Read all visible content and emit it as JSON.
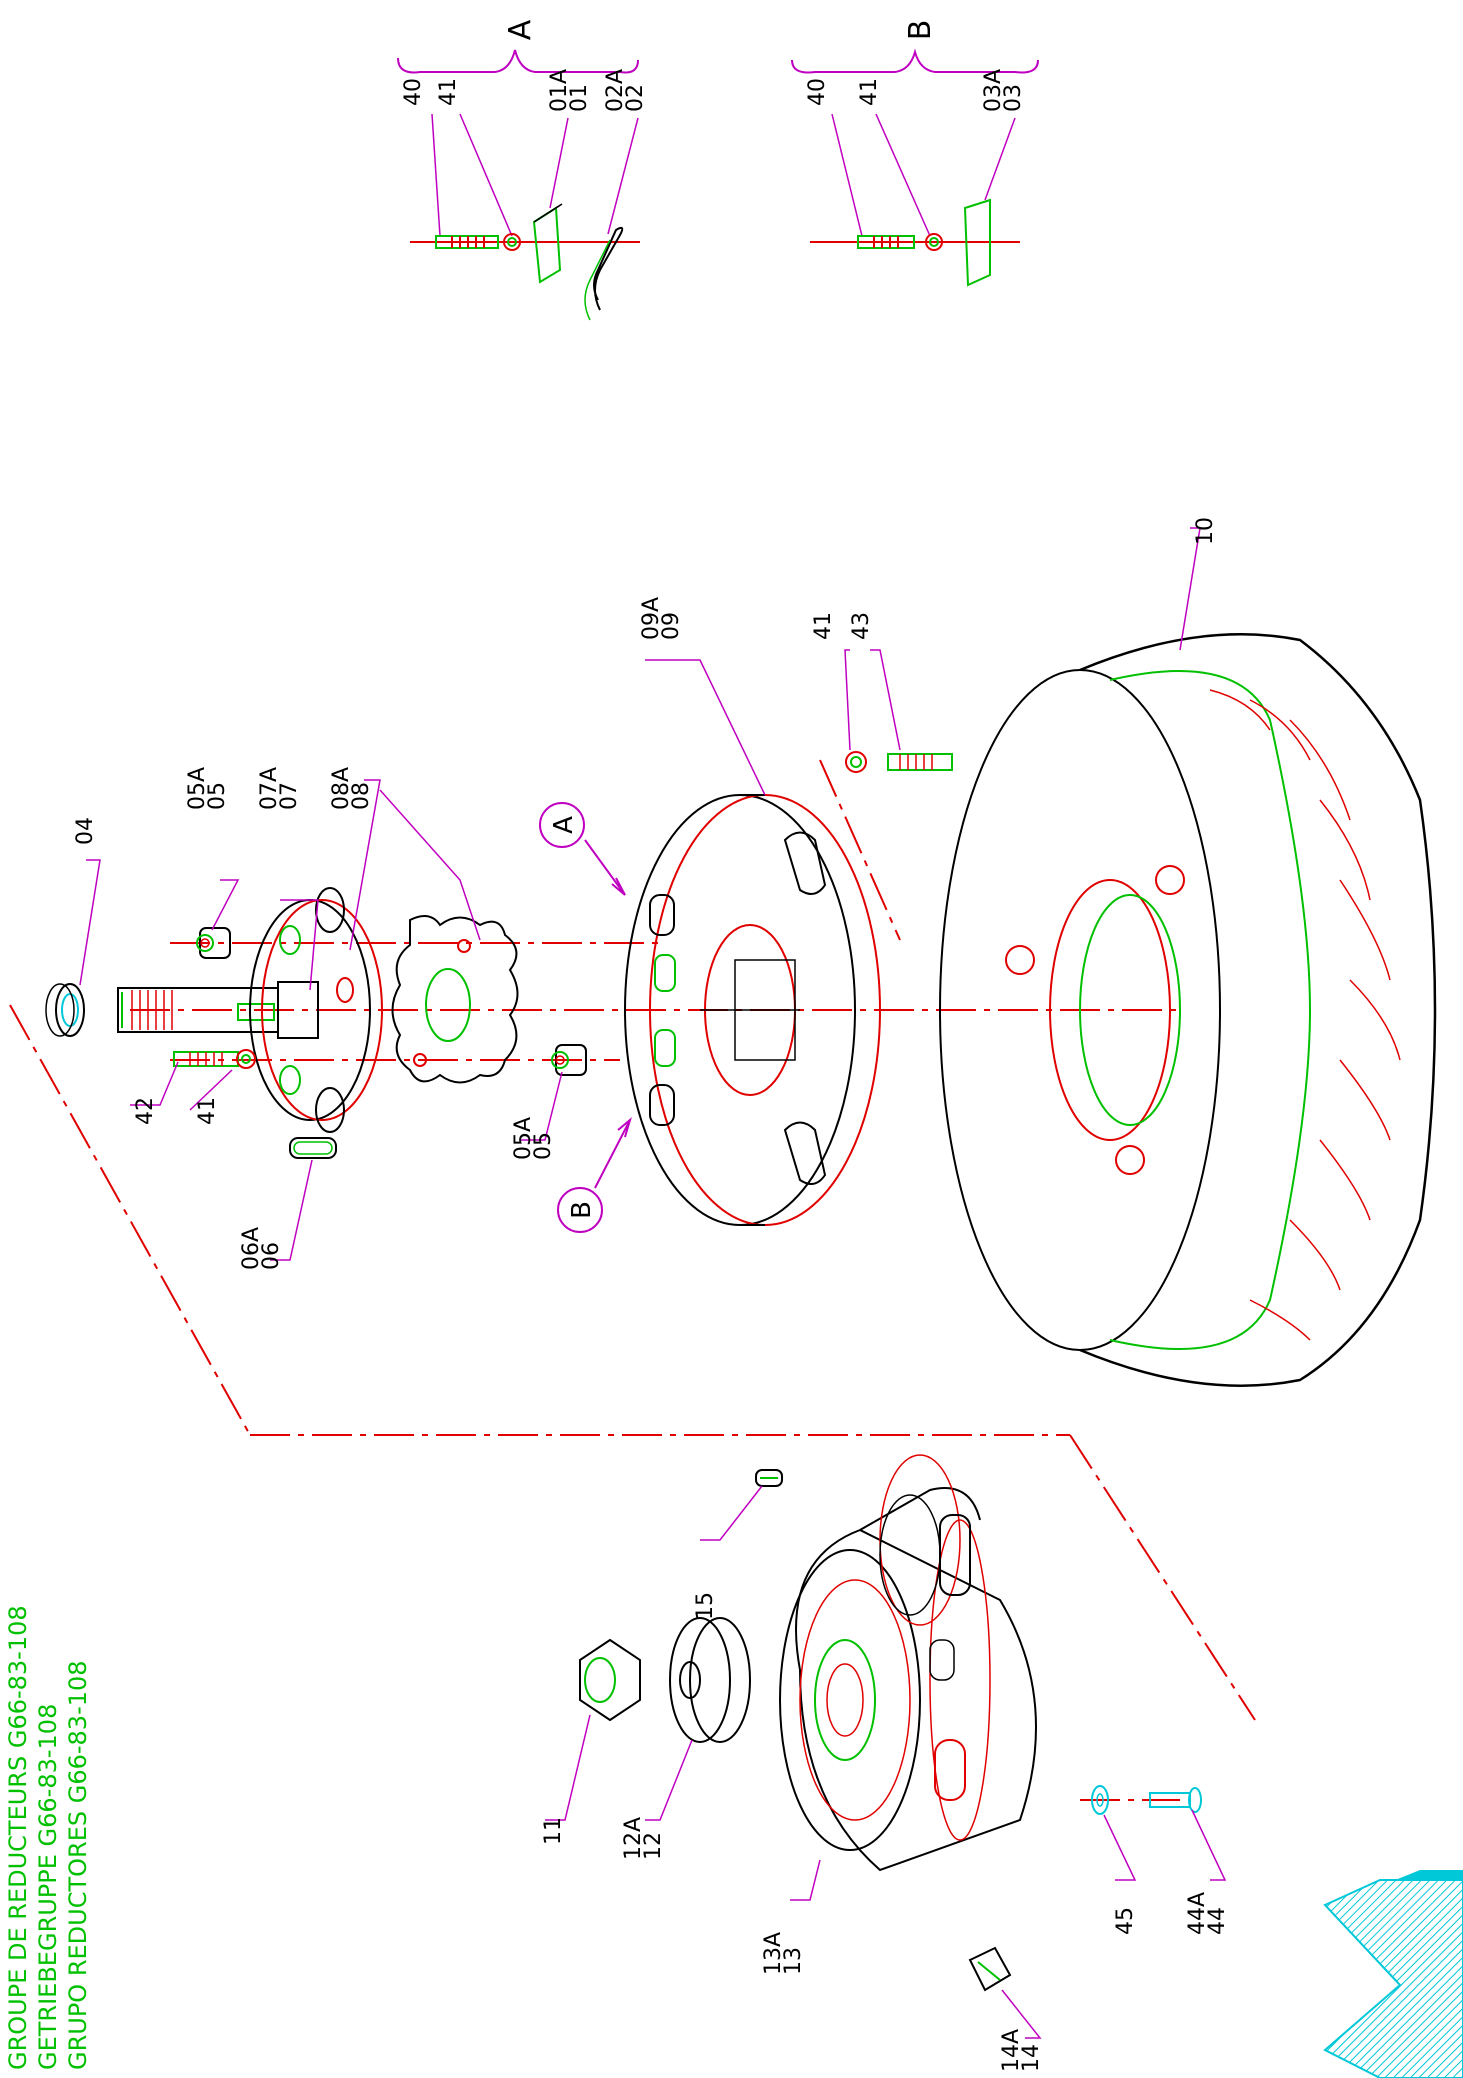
{
  "colors": {
    "part_outline": "#000000",
    "part_edge": "#e00000",
    "part_highlight": "#00c000",
    "leader": "#c000c0",
    "center_line": "#e00000",
    "logo": "#00c8d8",
    "callout": "#c000c0"
  },
  "title_lines": [
    "GROUPE DE REDUCTEURS G66-83-108",
    "GETRIEBEGRUPPE G66-83-108",
    "GRUPO REDUCTORES G66-83-108"
  ],
  "detail_views": {
    "a": {
      "letter": "A",
      "labels": [
        "40",
        "41",
        "01A\n01",
        "02A\n02"
      ]
    },
    "b": {
      "letter": "B",
      "labels": [
        "40",
        "41",
        "03A\n03"
      ]
    }
  },
  "callouts": {
    "a": "A",
    "b": "B"
  },
  "labels": {
    "p04": "04",
    "p05a_top": "05A\n05",
    "p07": "07A\n07",
    "p08": "08A\n08",
    "p09": "09A\n09",
    "p41_43": "41\n43",
    "p10": "10",
    "p42": "42",
    "p41_shaft": "41",
    "p05a_bottom": "05A\n05",
    "p06": "06A\n06",
    "p15": "15",
    "p11": "11",
    "p12": "12A\n12",
    "p13": "13A\n13",
    "p45": "45",
    "p44": "44A\n44",
    "p14": "14A\n14"
  },
  "logo_icon": "company-logo-icon"
}
